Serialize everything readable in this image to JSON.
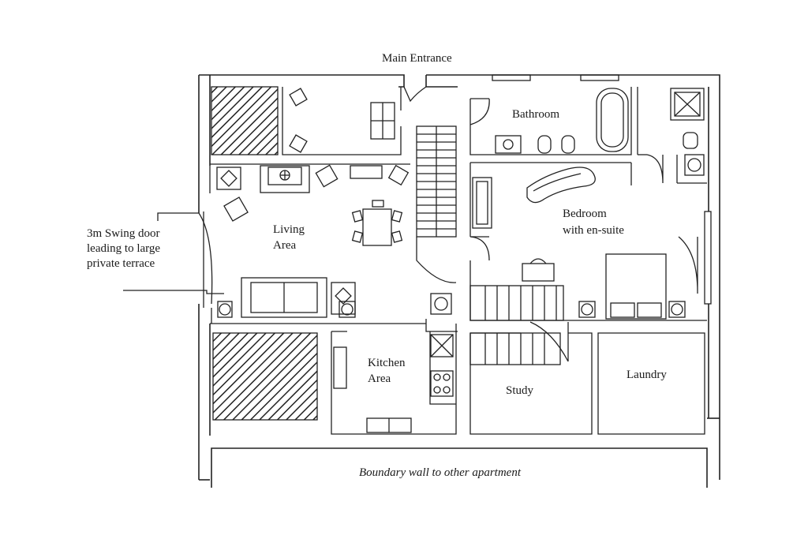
{
  "plan": {
    "main_entrance": "Main Entrance",
    "bathroom": "Bathroom",
    "bedroom_line1": "Bedroom",
    "bedroom_line2": "with en-suite",
    "living_line1": "Living",
    "living_line2": "Area",
    "kitchen_line1": "Kitchen",
    "kitchen_line2": "Area",
    "study": "Study",
    "laundry": "Laundry",
    "swing_door_line1": "3m Swing door",
    "swing_door_line2": "leading to large",
    "swing_door_line3": "private terrace",
    "boundary": "Boundary wall to other apartment"
  }
}
